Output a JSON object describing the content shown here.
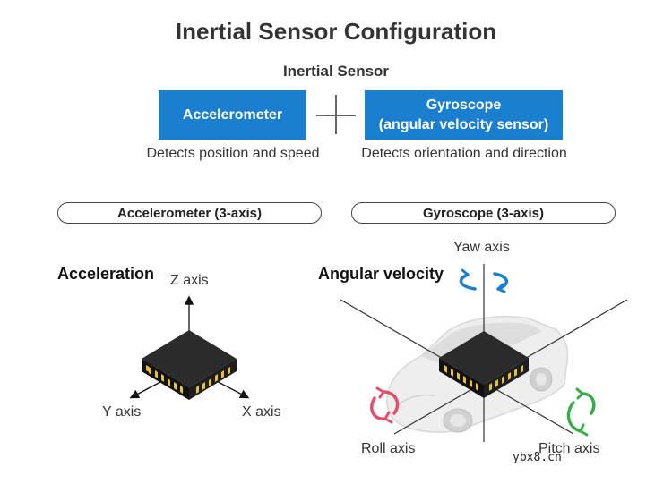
{
  "title": "Inertial Sensor Configuration",
  "subtitle": "Inertial Sensor",
  "top_boxes": {
    "accelerometer": "Accelerometer",
    "gyroscope_line1": "Gyroscope",
    "gyroscope_line2": "(angular velocity sensor)",
    "accelerometer_caption": "Detects position and speed",
    "gyroscope_caption": "Detects orientation and direction"
  },
  "pills": {
    "left": "Accelerometer (3-axis)",
    "right": "Gyroscope (3-axis)"
  },
  "left_panel": {
    "heading": "Acceleration",
    "z_axis": "Z axis",
    "y_axis": "Y axis",
    "x_axis": "X axis"
  },
  "right_panel": {
    "heading": "Angular velocity",
    "yaw_axis": "Yaw axis",
    "roll_axis": "Roll axis",
    "pitch_axis": "Pitch axis"
  },
  "watermark": "ybx8.cn",
  "colors": {
    "blue_box": "#1b7fd0",
    "yaw_arrow": "#1b7fd0",
    "roll_arrow": "#e0506e",
    "pitch_arrow": "#3aaa4a",
    "chip_body": "#1a1a1a",
    "chip_pins": "#e6c233"
  }
}
